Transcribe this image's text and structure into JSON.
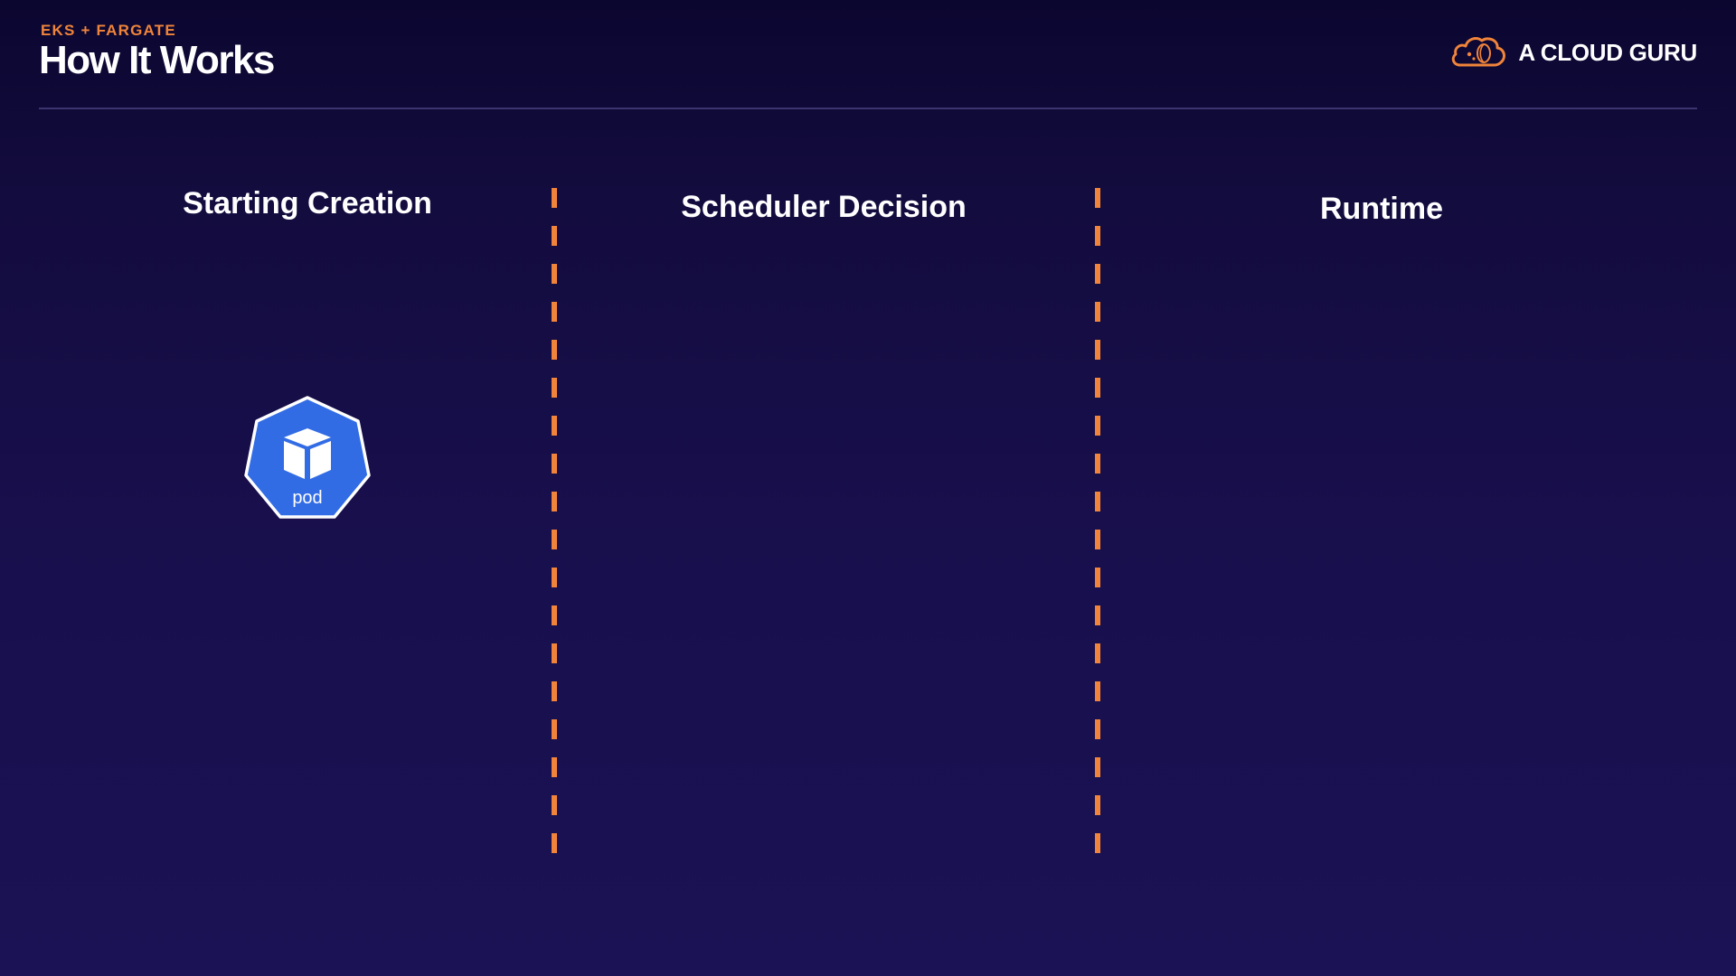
{
  "header": {
    "eyebrow": "EKS + FARGATE",
    "title": "How It Works"
  },
  "brand": {
    "name": "A CLOUD GURU",
    "logo_icon": "cloud-icon"
  },
  "columns": [
    {
      "heading": "Starting Creation"
    },
    {
      "heading": "Scheduler Decision"
    },
    {
      "heading": "Runtime"
    }
  ],
  "pod": {
    "label": "pod",
    "icon": "kubernetes-pod-icon"
  },
  "colors": {
    "accent": "#f0843a",
    "background": "#180f4d",
    "pod_fill": "#326ce5",
    "text": "#ffffff"
  }
}
